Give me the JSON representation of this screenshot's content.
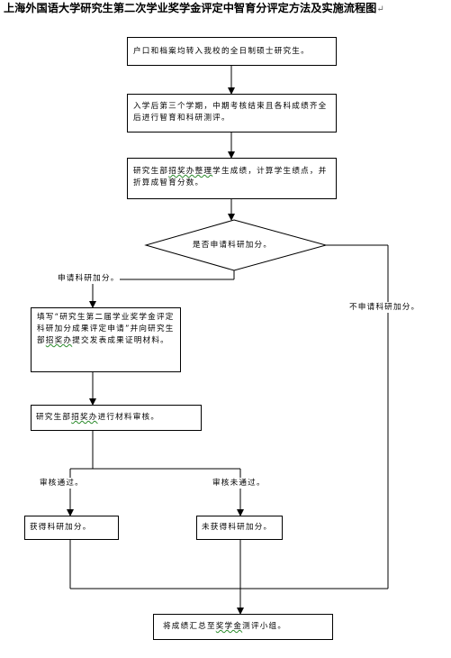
{
  "title": "上海外国语大学研究生第二次学业奖学金评定中智育分评定方法及实施流程图",
  "nodes": {
    "step1": "户口和档案均转入我校的全日制硕士研究生。",
    "step2": "入学后第三个学期，中期考核结束且各科成绩齐全后进行智育和科研测评。",
    "step3_a": "研究生部",
    "step3_u": "招奖办整理",
    "step3_b": "学生成绩，计算学生绩点，并折算成智育分数。",
    "decision": "是否申请科研加分。",
    "step4_a": "填写“研究生第二届学业奖学金评定科研加分成果评定申请”并向研究生部",
    "step4_u": "招奖办",
    "step4_b": "提交发表成果证明材料。",
    "step5_a": "研究生部",
    "step5_u": "招奖办",
    "step5_b": "进行材料审核。",
    "pass_result": "获得科研加分。",
    "fail_result": "未获得科研加分。",
    "final_a": "将成绩汇总至",
    "final_u": "奖学金",
    "final_b": "测评小组。"
  },
  "edge_labels": {
    "apply": "申请科研加分。",
    "not_apply": "不申请科研加分。",
    "pass": "审核通过。",
    "fail": "审核未通过。"
  }
}
